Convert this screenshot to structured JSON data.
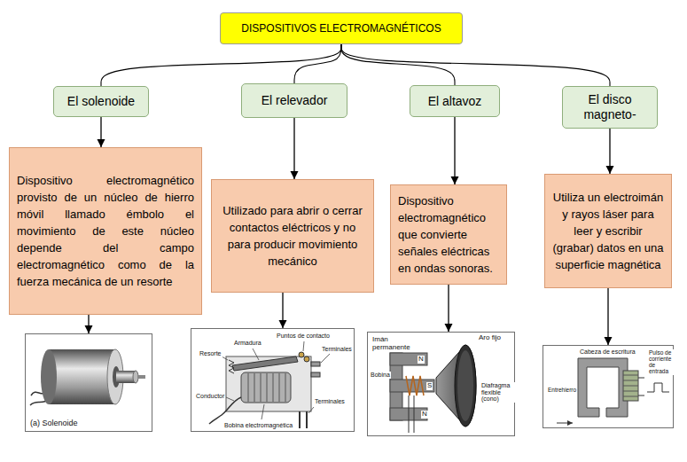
{
  "diagram": {
    "nodes": [
      {
        "text": [
          "DISPOSITIVOS ELECTROMAGNÉTICOS"
        ]
      },
      {
        "text": [
          "El solenoide"
        ]
      },
      {
        "text": [
          "El relevador"
        ]
      },
      {
        "text": [
          "El altavoz"
        ]
      },
      {
        "text": [
          "El disco magneto-"
        ]
      },
      {
        "text": [
          "Dispositivo electromagnético provisto de un núcleo de hierro móvil llamado émbolo el movimiento de este núcleo depende del campo electromagnético como de la fuerza mecánica de un resorte"
        ]
      },
      {
        "text": [
          "Utilizado para abrir o cerrar contactos eléctricos y no para producir movimiento mecánico"
        ]
      },
      {
        "text": [
          "Dispositivo electromagnético que convierte señales eléctricas en ondas sonoras."
        ]
      },
      {
        "text": [
          "Utiliza un electroimán y rayos láser para leer y escribir (grabar) datos en una superficie magnética"
        ]
      },
      {
        "text": [
          "(a) Solenoide"
        ]
      },
      {
        "text": [
          "Puntos de contacto",
          "Armadura",
          "Resorte",
          "Terminales",
          "Conductor",
          "Bobina electromagnética",
          "Terminales"
        ]
      },
      {
        "text": [
          "Imán permanente",
          "Aro fijo",
          "N",
          "Bobina",
          "S",
          "N",
          "Diafragma flexible (cono)"
        ]
      },
      {
        "text": [
          "Cabeza de escritura",
          "Pulso de corriente de entrada",
          "Entrehierro"
        ]
      }
    ],
    "edges": [
      {
        "from": 0,
        "to": 1,
        "arrow": "none"
      },
      {
        "from": 0,
        "to": 2,
        "arrow": "none"
      },
      {
        "from": 0,
        "to": 3,
        "arrow": "none"
      },
      {
        "from": 0,
        "to": 4,
        "arrow": "none"
      },
      {
        "from": 1,
        "to": 5,
        "arrow": "to"
      },
      {
        "from": 2,
        "to": 6,
        "arrow": "to"
      },
      {
        "from": 3,
        "to": 7,
        "arrow": "to"
      },
      {
        "from": 4,
        "to": 8,
        "arrow": "to"
      },
      {
        "from": 5,
        "to": 9,
        "arrow": "to"
      },
      {
        "from": 6,
        "to": 10,
        "arrow": "to"
      },
      {
        "from": 7,
        "to": 11,
        "arrow": "to"
      },
      {
        "from": 8,
        "to": 12,
        "arrow": "to"
      }
    ]
  }
}
